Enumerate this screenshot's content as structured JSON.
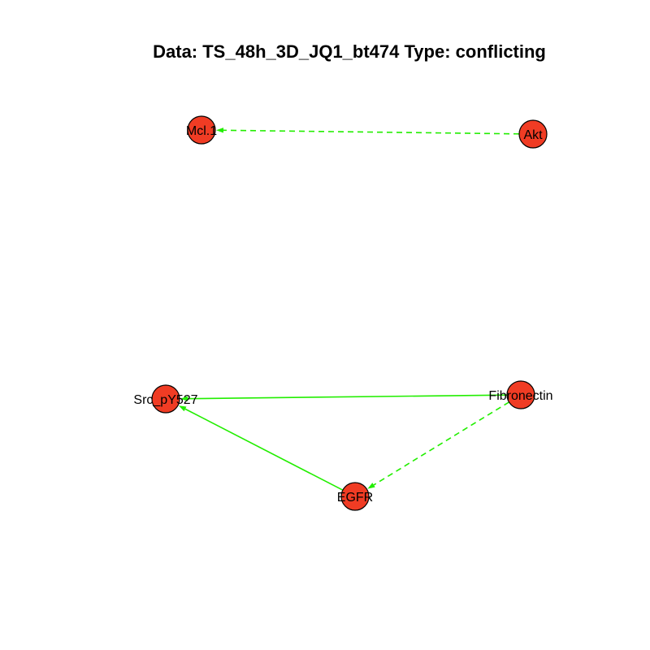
{
  "title": "Data: TS_48h_3D_JQ1_bt474 Type: conflicting",
  "colors": {
    "node_fill": "#f03c24",
    "node_stroke": "#000000",
    "edge": "#22ee00"
  },
  "nodes": [
    {
      "id": "mcl1",
      "label": "Mcl.1"
    },
    {
      "id": "akt",
      "label": "Akt"
    },
    {
      "id": "src",
      "label": "Src_pY527"
    },
    {
      "id": "fibronectin",
      "label": "Fibronectin"
    },
    {
      "id": "egfr",
      "label": "EGFR"
    }
  ],
  "edges": [
    {
      "from": "Akt",
      "to": "Mcl.1",
      "style": "dashed"
    },
    {
      "from": "Fibronectin",
      "to": "Src_pY527",
      "style": "solid"
    },
    {
      "from": "EGFR",
      "to": "Src_pY527",
      "style": "solid"
    },
    {
      "from": "Fibronectin",
      "to": "EGFR",
      "style": "dashed"
    }
  ]
}
